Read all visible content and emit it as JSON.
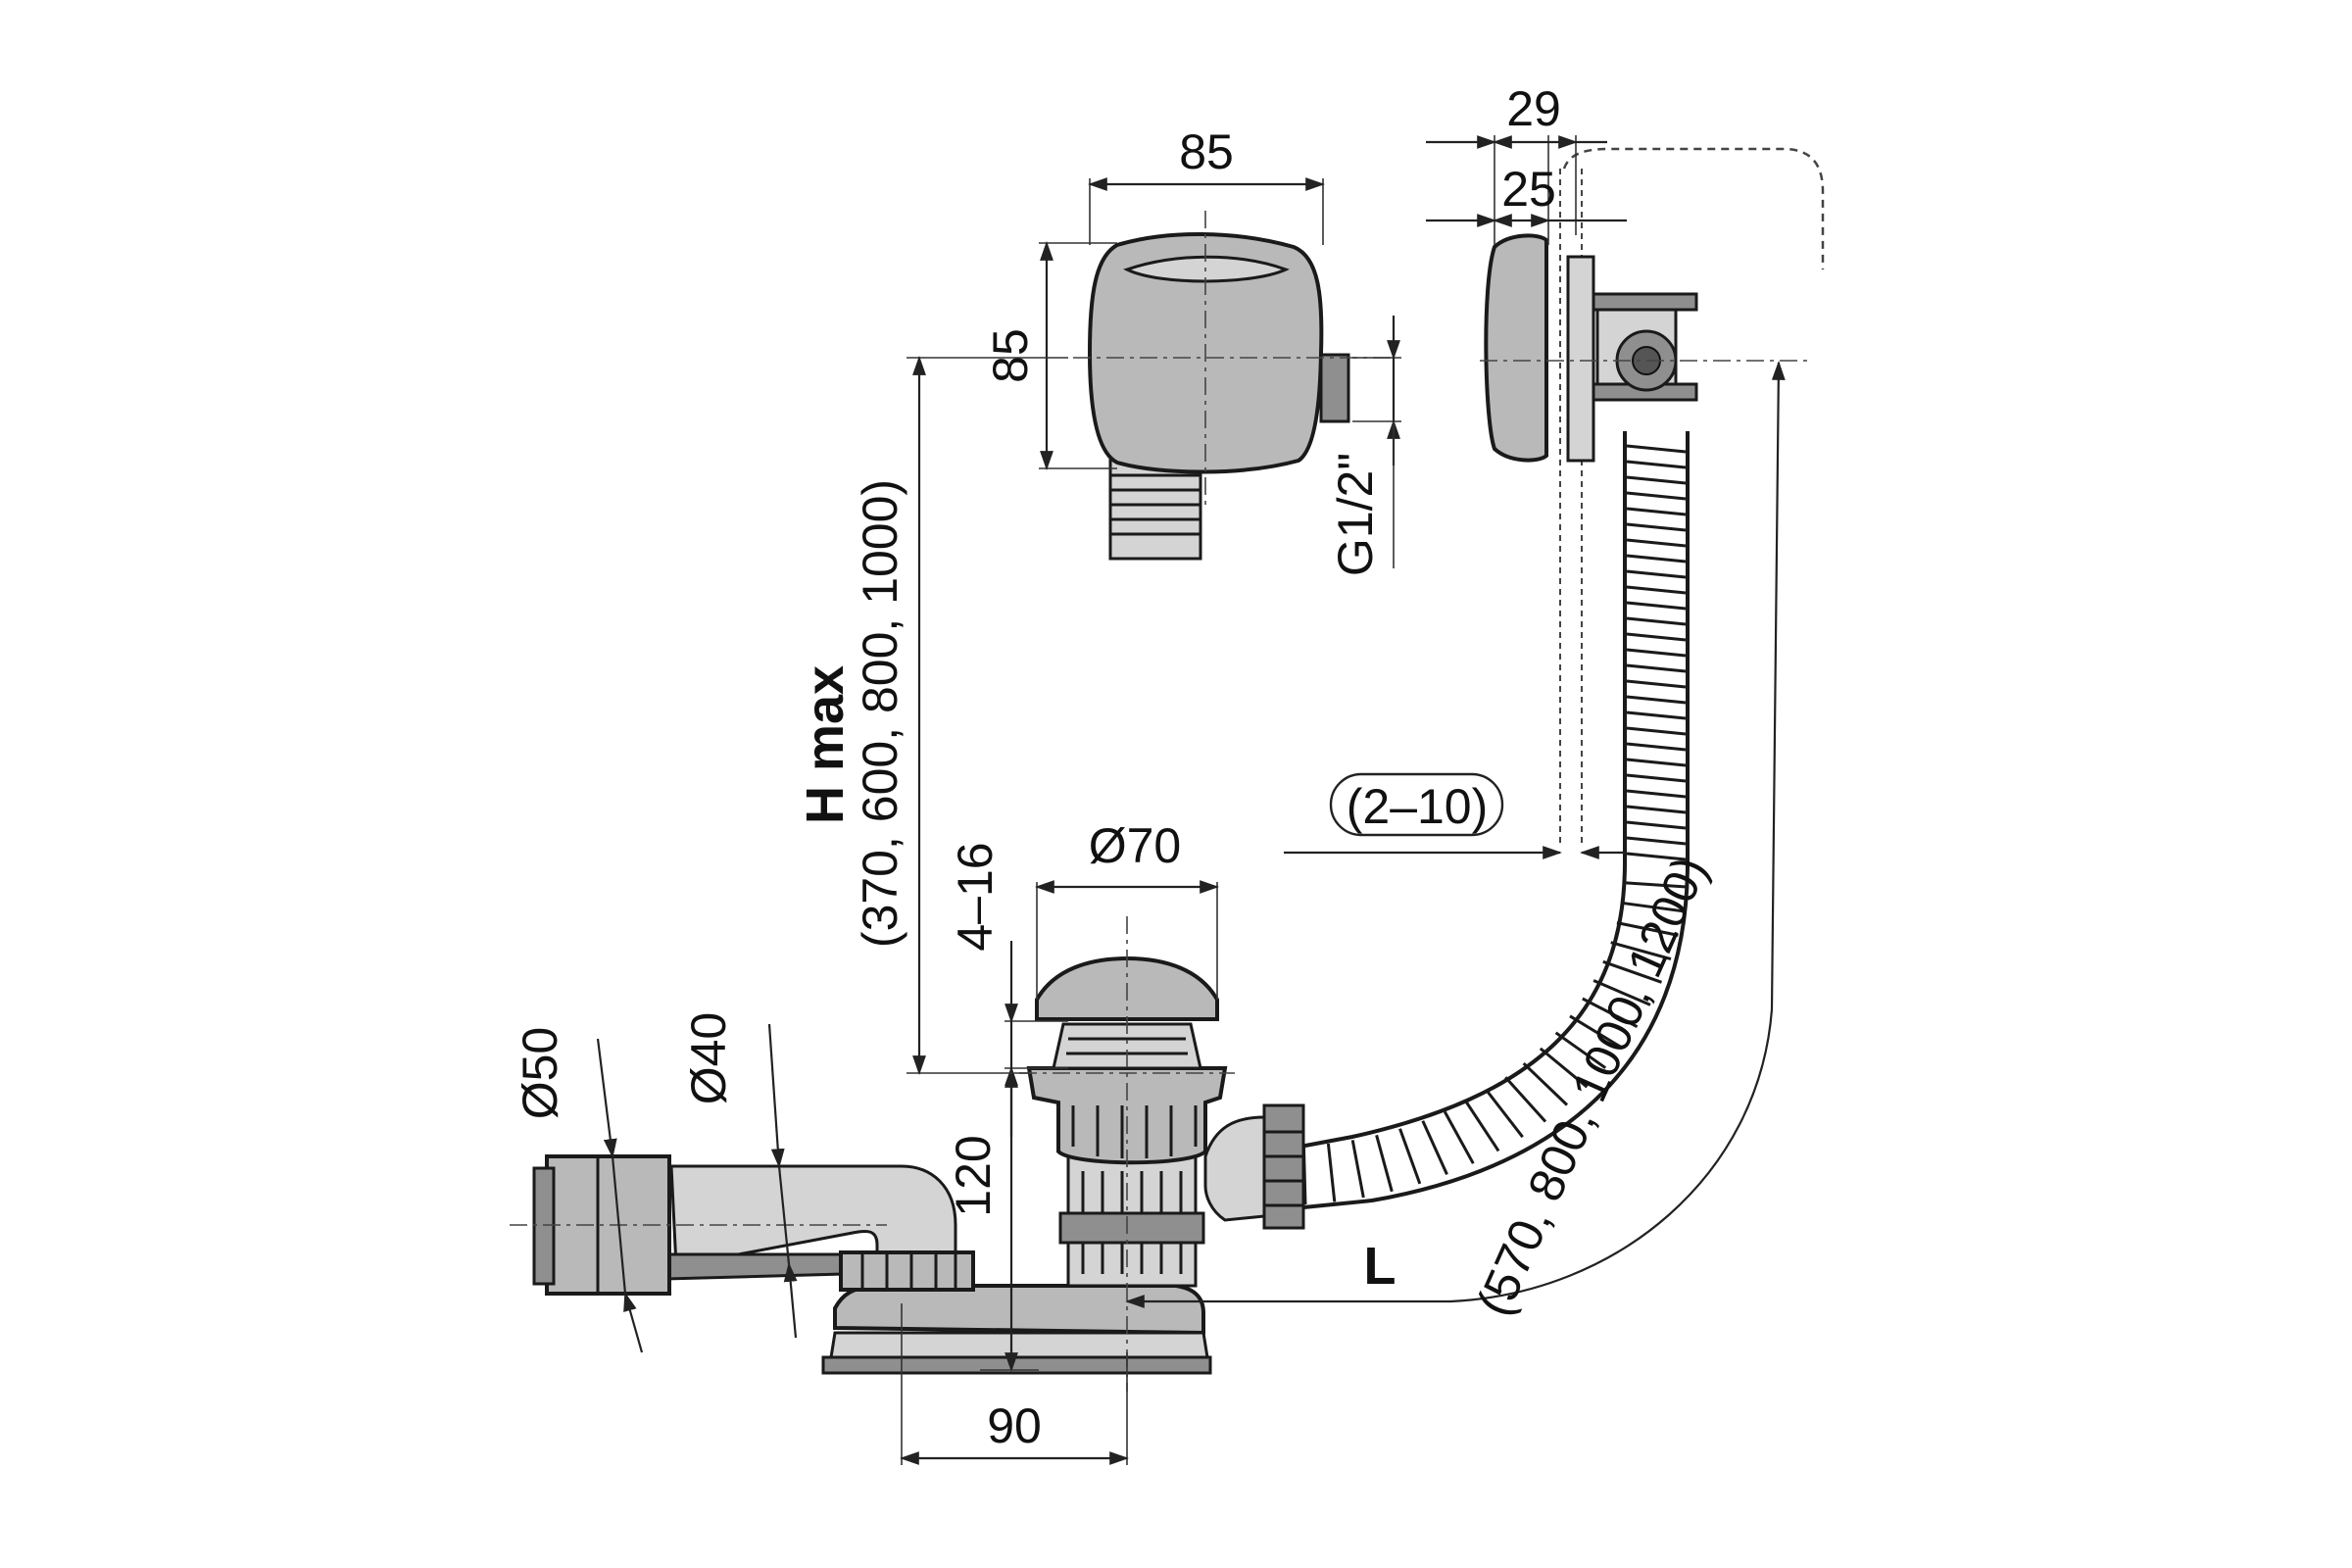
{
  "labels": {
    "overflow_width": "85",
    "overflow_height": "85",
    "thread": "G1/2\"",
    "depth_total": "29",
    "depth_inner": "25",
    "wall_thickness": "(2–10)",
    "plug_diameter": "Ø70",
    "plug_range": "4–16",
    "h_max_label": "H max",
    "h_max_values": "(370, 600, 800, 1000)",
    "outlet_d50": "Ø50",
    "outlet_d40": "Ø40",
    "height_120": "120",
    "base_width": "90",
    "hose_length_label": "L",
    "hose_length_values": "(570, 800, 1000, 1200)"
  },
  "colors": {
    "line": "#222222",
    "part_fill": "#b9b9b9",
    "part_light": "#d4d4d4",
    "part_dark": "#8f8f8f",
    "background": "#ffffff"
  }
}
